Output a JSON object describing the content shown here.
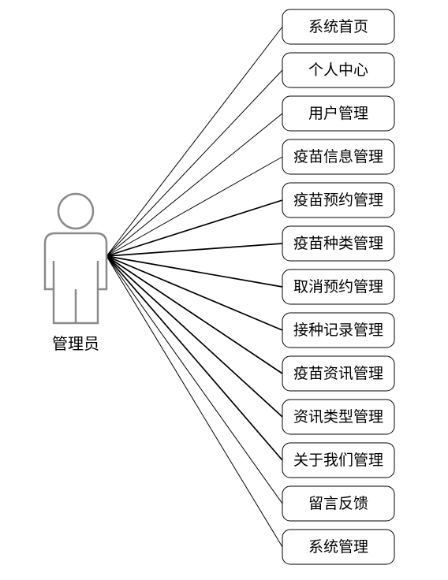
{
  "actor": {
    "label": "管理员",
    "icon": "person-icon",
    "line_color": "#8a8a8a"
  },
  "use_cases": [
    "系统首页",
    "个人中心",
    "用户管理",
    "疫苗信息管理",
    "疫苗预约管理",
    "疫苗种类管理",
    "取消预约管理",
    "接种记录管理",
    "疫苗资讯管理",
    "资讯类型管理",
    "关于我们管理",
    "留言反馈",
    "系统管理"
  ],
  "colors": {
    "line": "#000000",
    "box_border": "#000000",
    "background": "#ffffff"
  }
}
